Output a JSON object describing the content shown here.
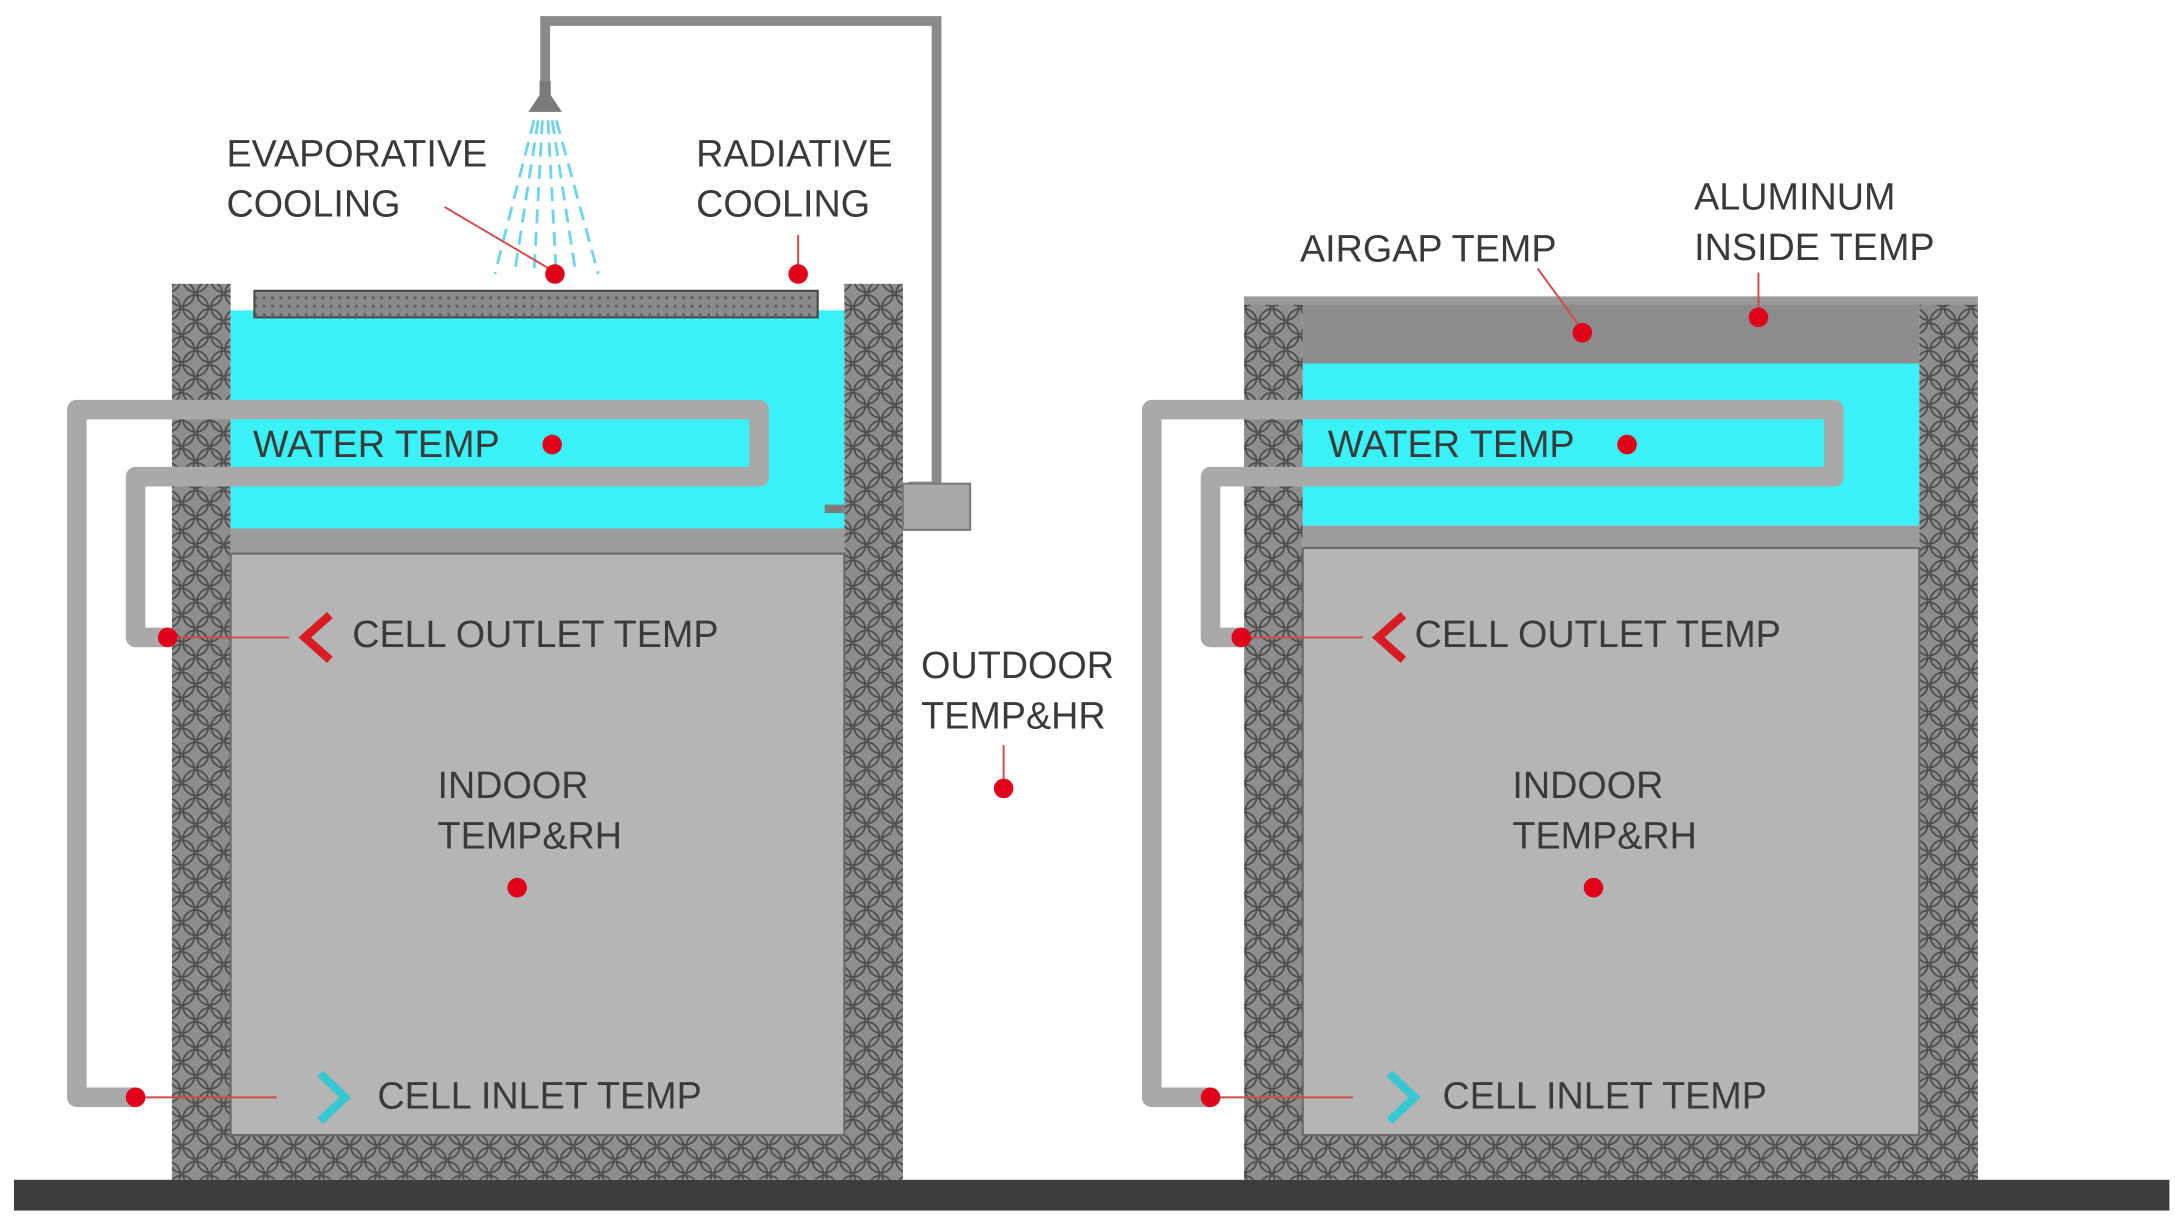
{
  "colors": {
    "water": "#39f1f6",
    "wall_fill": "#8e8e8e",
    "cell_fill": "#b5b5b5",
    "pipe": "#a9a9a9",
    "sensor": "#e0001a",
    "leader": "#d14b4b",
    "outlet_arrow": "#d81c25",
    "inlet_arrow": "#38c6d1",
    "spray": "#6fd4ec",
    "ground": "#3d3d3d",
    "text": "#3a3a3a"
  },
  "left_cell": {
    "evaporative": [
      "EVAPORATIVE",
      "COOLING"
    ],
    "radiative": [
      "RADIATIVE",
      "COOLING"
    ],
    "water_temp": "WATER TEMP",
    "outlet": "CELL OUTLET TEMP",
    "indoor": [
      "INDOOR",
      "TEMP&RH"
    ],
    "inlet": "CELL INLET TEMP",
    "outlet_icon": "chevron-left-icon",
    "inlet_icon": "chevron-right-icon",
    "spray_icon": "spray-nozzle-icon"
  },
  "outdoor": [
    "OUTDOOR",
    "TEMP&HR"
  ],
  "right_cell": {
    "airgap": "AIRGAP TEMP",
    "aluminum": [
      "ALUMINUM",
      "INSIDE TEMP"
    ],
    "water_temp": "WATER TEMP",
    "outlet": "CELL OUTLET TEMP",
    "indoor": [
      "INDOOR",
      "TEMP&RH"
    ],
    "inlet": "CELL INLET TEMP",
    "outlet_icon": "chevron-left-icon",
    "inlet_icon": "chevron-right-icon"
  }
}
